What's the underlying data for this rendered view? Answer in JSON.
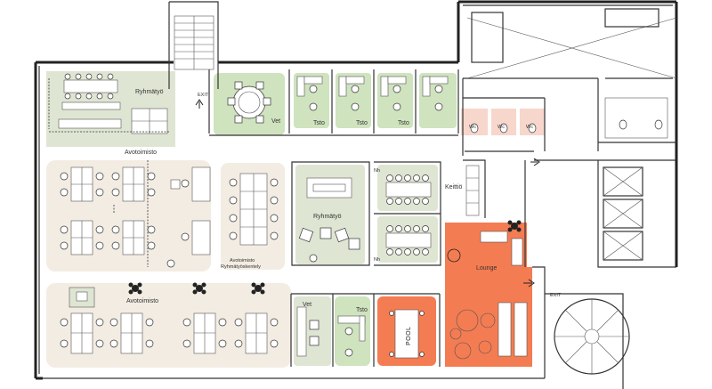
{
  "plan": {
    "colors": {
      "green_room": "#cfe3bf",
      "green_meeting": "#dfe5d3",
      "beige_zone": "#f3ece3",
      "orange_lounge": "#f47c52",
      "pink_wc": "#f7d6cc",
      "wall": "#222222"
    },
    "labels": {
      "ryhmatyo_top": "Ryhmätyö",
      "vet_top": "Vet",
      "tsto_1": "Tsto",
      "tsto_2": "Tsto",
      "tsto_3": "Tsto",
      "avotoimisto_top": "Avotoimisto",
      "avotoimisto_bottom": "Avotoimisto",
      "avotoimisto_ryhma_line1": "Avotoimisto",
      "avotoimisto_ryhma_line2": "Ryhmätyöskentely",
      "ryhmatyo_mid": "Ryhmätyö",
      "nh_top": "Nh",
      "nh_bottom": "Nh",
      "keittio": "Keittiö",
      "lounge": "Lounge",
      "wc_1": "Wc",
      "wc_2": "Wc",
      "wc_3": "Wc",
      "vet_bottom": "Vet",
      "tsto_bottom": "Tsto",
      "pool": "POOL",
      "exit_1": "EXIT",
      "exit_2": "EXIT"
    }
  }
}
